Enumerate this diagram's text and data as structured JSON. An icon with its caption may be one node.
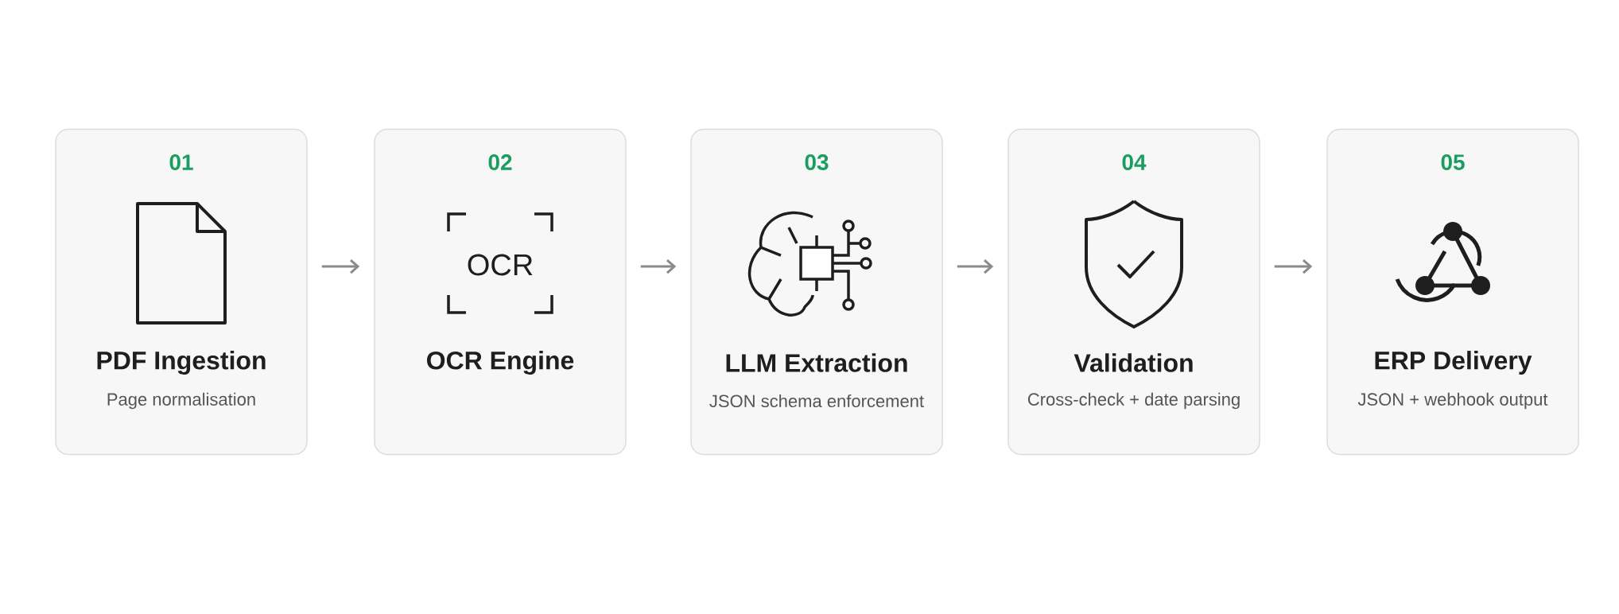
{
  "diagram": {
    "nodes": [
      {
        "text": [
          "01",
          "PDF Ingestion",
          "Page normalisation"
        ]
      },
      {
        "text": [
          "02",
          "OCR Engine"
        ]
      },
      {
        "text": [
          "03",
          "LLM Extraction",
          "JSON schema enforcement"
        ]
      },
      {
        "text": [
          "04",
          "Validation",
          "Cross-check + date parsing"
        ]
      },
      {
        "text": [
          "05",
          "ERP Delivery",
          "JSON + webhook output"
        ]
      }
    ],
    "edges": [
      {
        "from": 0,
        "to": 1,
        "arrow": "to"
      },
      {
        "from": 1,
        "to": 2,
        "arrow": "to"
      },
      {
        "from": 2,
        "to": 3,
        "arrow": "to"
      },
      {
        "from": 3,
        "to": 4,
        "arrow": "to"
      }
    ],
    "labels": [
      "OCR"
    ]
  }
}
